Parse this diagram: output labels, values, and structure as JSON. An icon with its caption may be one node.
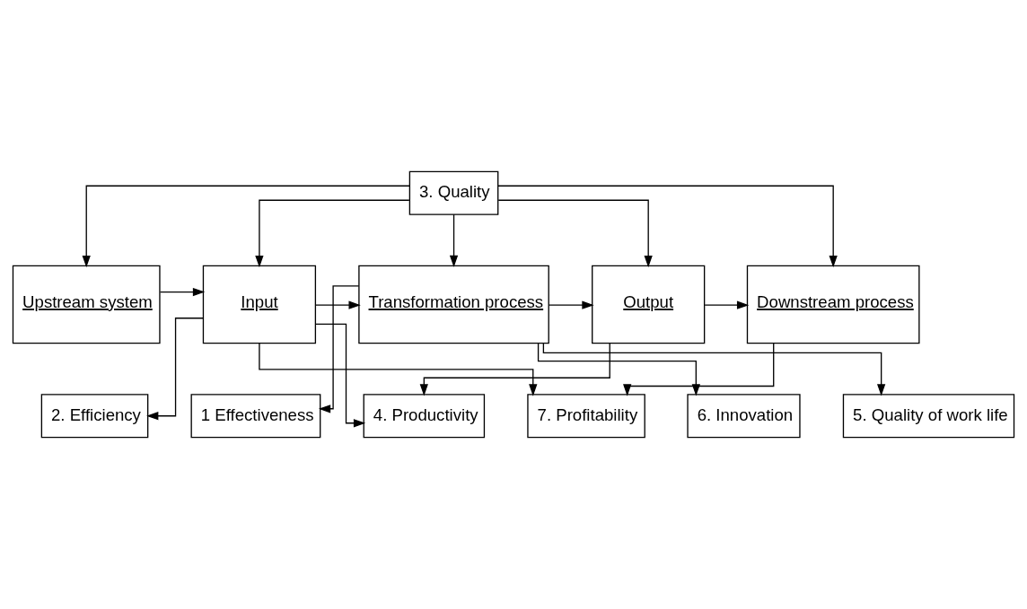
{
  "diagram": {
    "nodes": [
      {
        "text": [
          "3. Quality"
        ]
      },
      {
        "text": [
          "Upstream system"
        ]
      },
      {
        "text": [
          "Input"
        ]
      },
      {
        "text": [
          "Transformation process"
        ]
      },
      {
        "text": [
          "Output"
        ]
      },
      {
        "text": [
          "Downstream process"
        ]
      },
      {
        "text": [
          "1 Effectiveness"
        ]
      },
      {
        "text": [
          "6. Innovation"
        ]
      },
      {
        "text": [
          "5. Quality of work life"
        ]
      },
      {
        "text": [
          "2. Efficiency"
        ]
      },
      {
        "text": [
          "4. Productivity"
        ]
      },
      {
        "text": [
          "7. Profitability"
        ]
      }
    ],
    "edges": [
      {
        "from": 0,
        "to": 1,
        "arrow": "to"
      },
      {
        "from": 0,
        "to": 2,
        "arrow": "to"
      },
      {
        "from": 0,
        "to": 3,
        "arrow": "to"
      },
      {
        "from": 0,
        "to": 4,
        "arrow": "to"
      },
      {
        "from": 0,
        "to": 5,
        "arrow": "to"
      },
      {
        "from": 1,
        "to": 2,
        "arrow": "to"
      },
      {
        "from": 2,
        "to": 3,
        "arrow": "to"
      },
      {
        "from": 3,
        "to": 4,
        "arrow": "to"
      },
      {
        "from": 4,
        "to": 5,
        "arrow": "to"
      },
      {
        "from": 3,
        "to": 6,
        "arrow": "to"
      },
      {
        "from": 3,
        "to": 7,
        "arrow": "to"
      },
      {
        "from": 3,
        "to": 8,
        "arrow": "to"
      },
      {
        "from": 2,
        "to": 9,
        "arrow": "to"
      },
      {
        "from": 2,
        "to": 10,
        "arrow": "to"
      },
      {
        "from": 4,
        "to": 10,
        "arrow": "to"
      },
      {
        "from": 2,
        "to": 11,
        "arrow": "to"
      },
      {
        "from": 5,
        "to": 11,
        "arrow": "to"
      }
    ]
  }
}
